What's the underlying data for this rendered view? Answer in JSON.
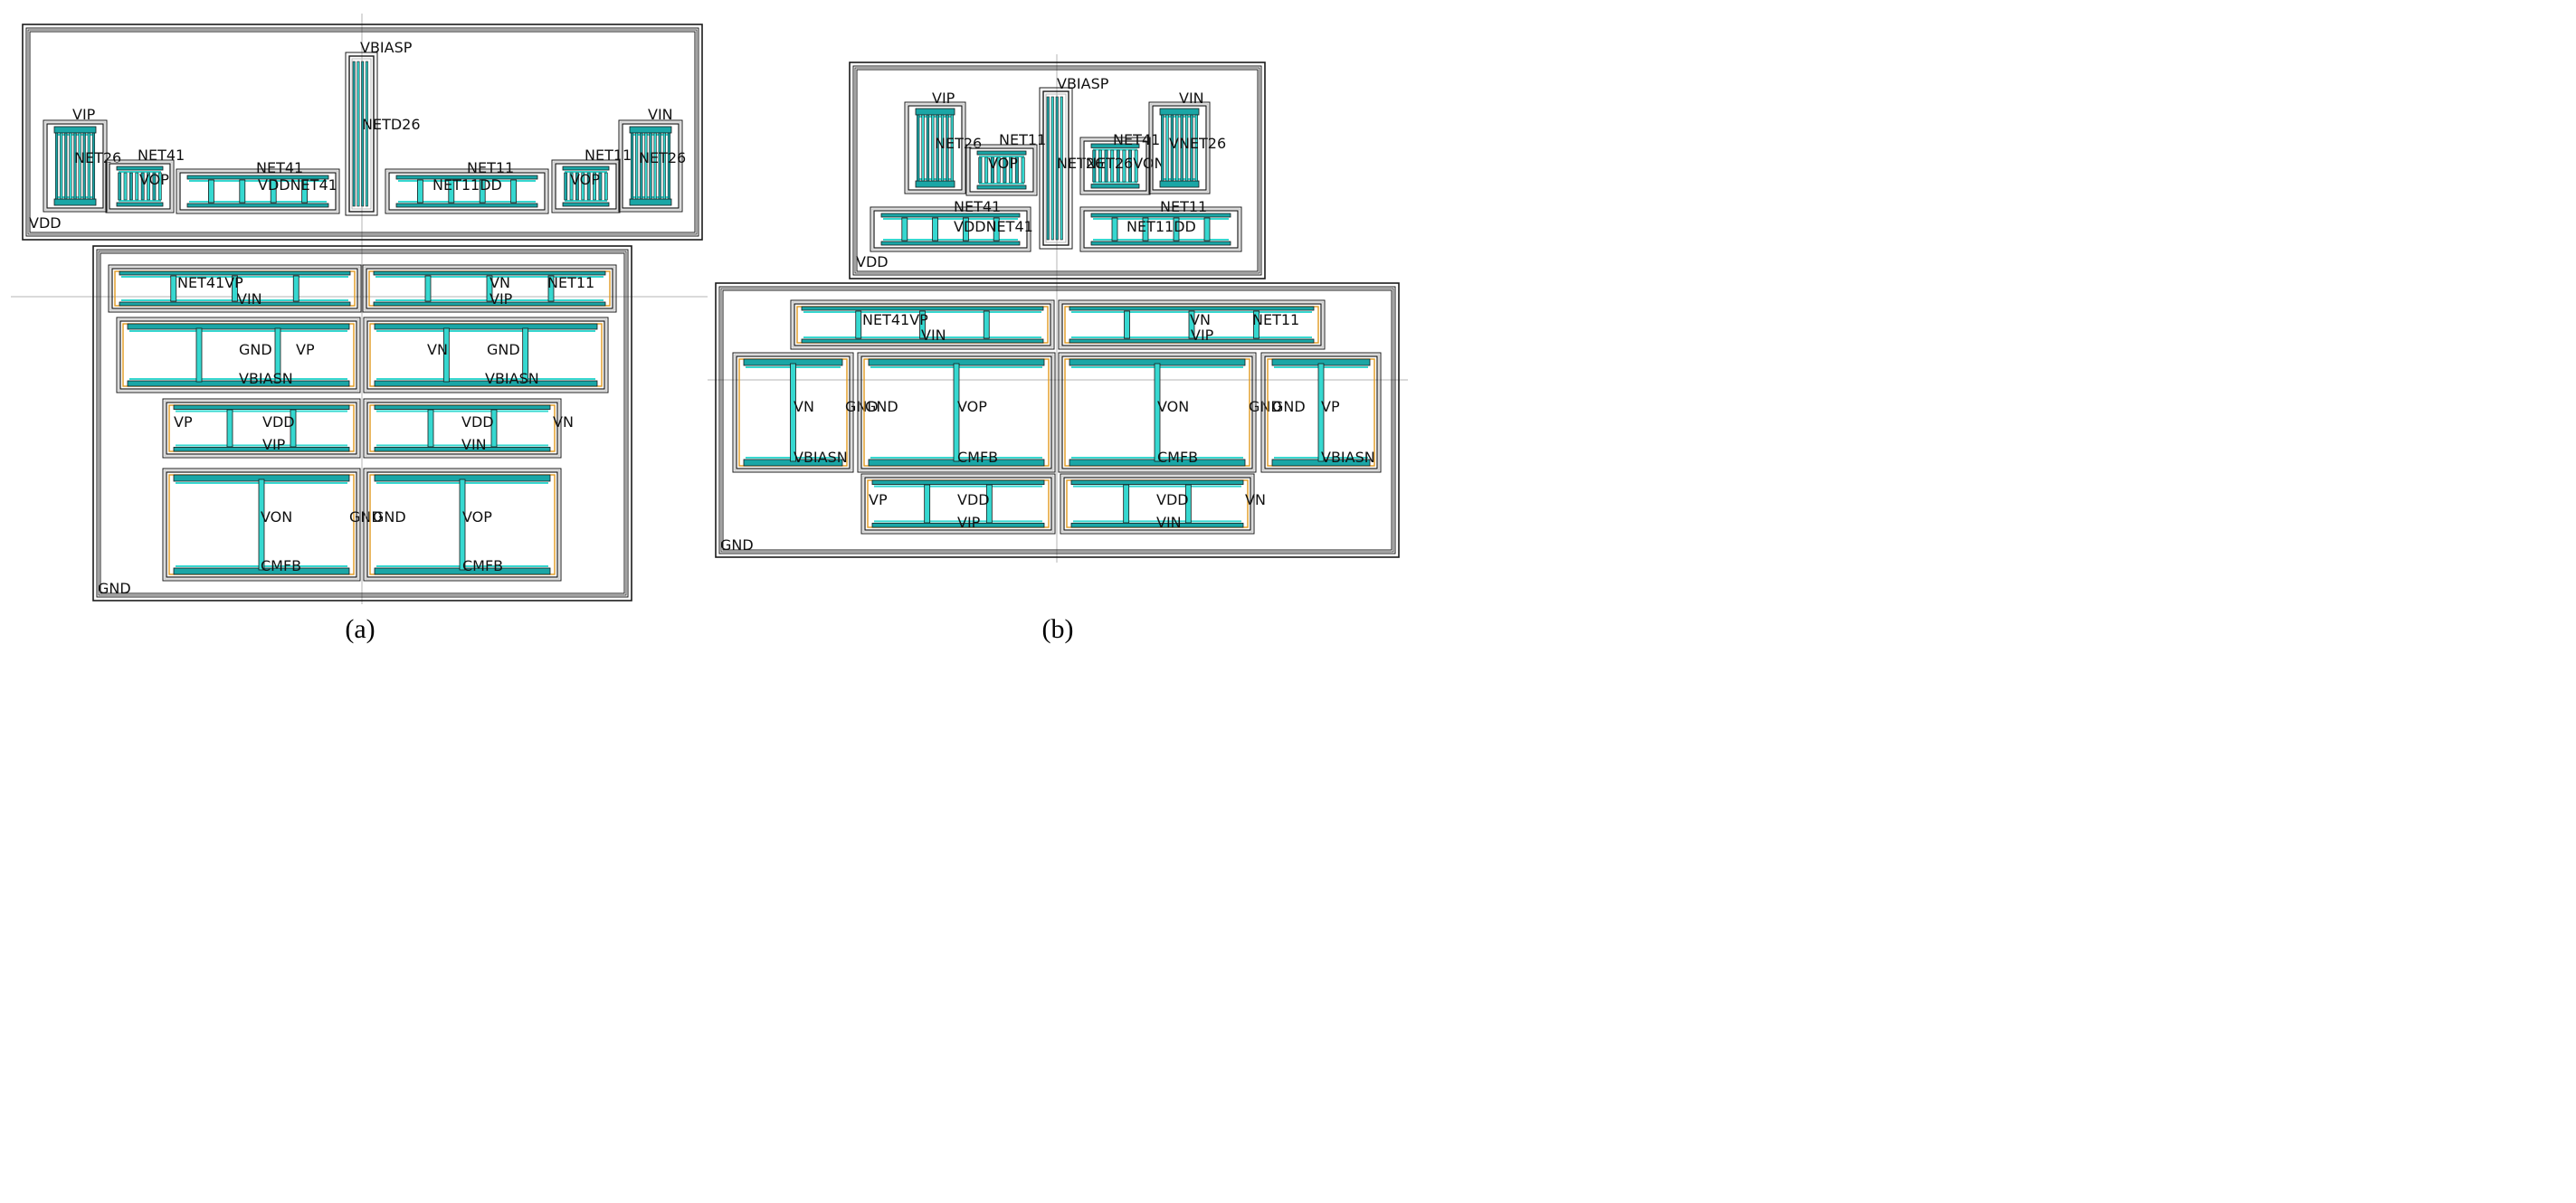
{
  "colors": {
    "outline": "#1a1a1a",
    "shadow": "#b8b8b8",
    "metal": "#1aa6a6",
    "poly": "#36d8d0",
    "orange": "#e09a20",
    "crosshair": "#b5b5b5",
    "label": "#111111"
  },
  "panels": [
    {
      "caption": "(a)",
      "pmos": {
        "well_label": "VDD",
        "devices": [
          {
            "labels": [
              "VIP",
              "NET26"
            ]
          },
          {
            "labels": [
              "NET41",
              "VOP"
            ]
          },
          {
            "labels": [
              "NET41",
              "VDDNET41"
            ]
          },
          {
            "labels": [
              "VBIASP",
              "NETD26"
            ]
          },
          {
            "labels": [
              "NET11",
              "NET11DD"
            ]
          },
          {
            "labels": [
              "NET11",
              "VOP"
            ]
          },
          {
            "labels": [
              "VIN",
              "NET26"
            ]
          }
        ]
      },
      "nmos": {
        "well_label": "GND",
        "devices": [
          {
            "labels": [
              "NET41VP",
              "VIN"
            ]
          },
          {
            "labels": [
              "VN",
              "NET11",
              "VIP"
            ]
          },
          {
            "labels": [
              "GND",
              "VP",
              "VBIASN"
            ]
          },
          {
            "labels": [
              "VN",
              "GND",
              "VBIASN"
            ]
          },
          {
            "labels": [
              "VP",
              "VDD",
              "VIP"
            ]
          },
          {
            "labels": [
              "VDD",
              "VN",
              "VIN"
            ]
          },
          {
            "labels": [
              "VON",
              "GND",
              "CMFB"
            ]
          },
          {
            "labels": [
              "GND",
              "VOP",
              "CMFB"
            ]
          }
        ]
      }
    },
    {
      "caption": "(b)",
      "pmos": {
        "well_label": "VDD",
        "devices": [
          {
            "labels": [
              "VIP",
              "NET26"
            ]
          },
          {
            "labels": [
              "NET11",
              "VOP"
            ]
          },
          {
            "labels": [
              "VBIASP",
              "NET26"
            ]
          },
          {
            "labels": [
              "NET41",
              "NET26VON"
            ]
          },
          {
            "labels": [
              "VIN",
              "VNET26"
            ]
          },
          {
            "labels": [
              "NET41",
              "VDDNET41"
            ]
          },
          {
            "labels": [
              "NET11",
              "NET11DD"
            ]
          }
        ]
      },
      "nmos": {
        "well_label": "GND",
        "devices": [
          {
            "labels": [
              "NET41VP",
              "VIN"
            ]
          },
          {
            "labels": [
              "VN",
              "NET11",
              "VIP"
            ]
          },
          {
            "labels": [
              "VN",
              "GND",
              "VBIASN"
            ]
          },
          {
            "labels": [
              "GND",
              "VOP",
              "CMFB"
            ]
          },
          {
            "labels": [
              "VON",
              "GND",
              "CMFB"
            ]
          },
          {
            "labels": [
              "GND",
              "VP",
              "VBIASN"
            ]
          },
          {
            "labels": [
              "VP",
              "VDD",
              "VIP"
            ]
          },
          {
            "labels": [
              "VDD",
              "VN",
              "VIN"
            ]
          }
        ]
      }
    }
  ]
}
